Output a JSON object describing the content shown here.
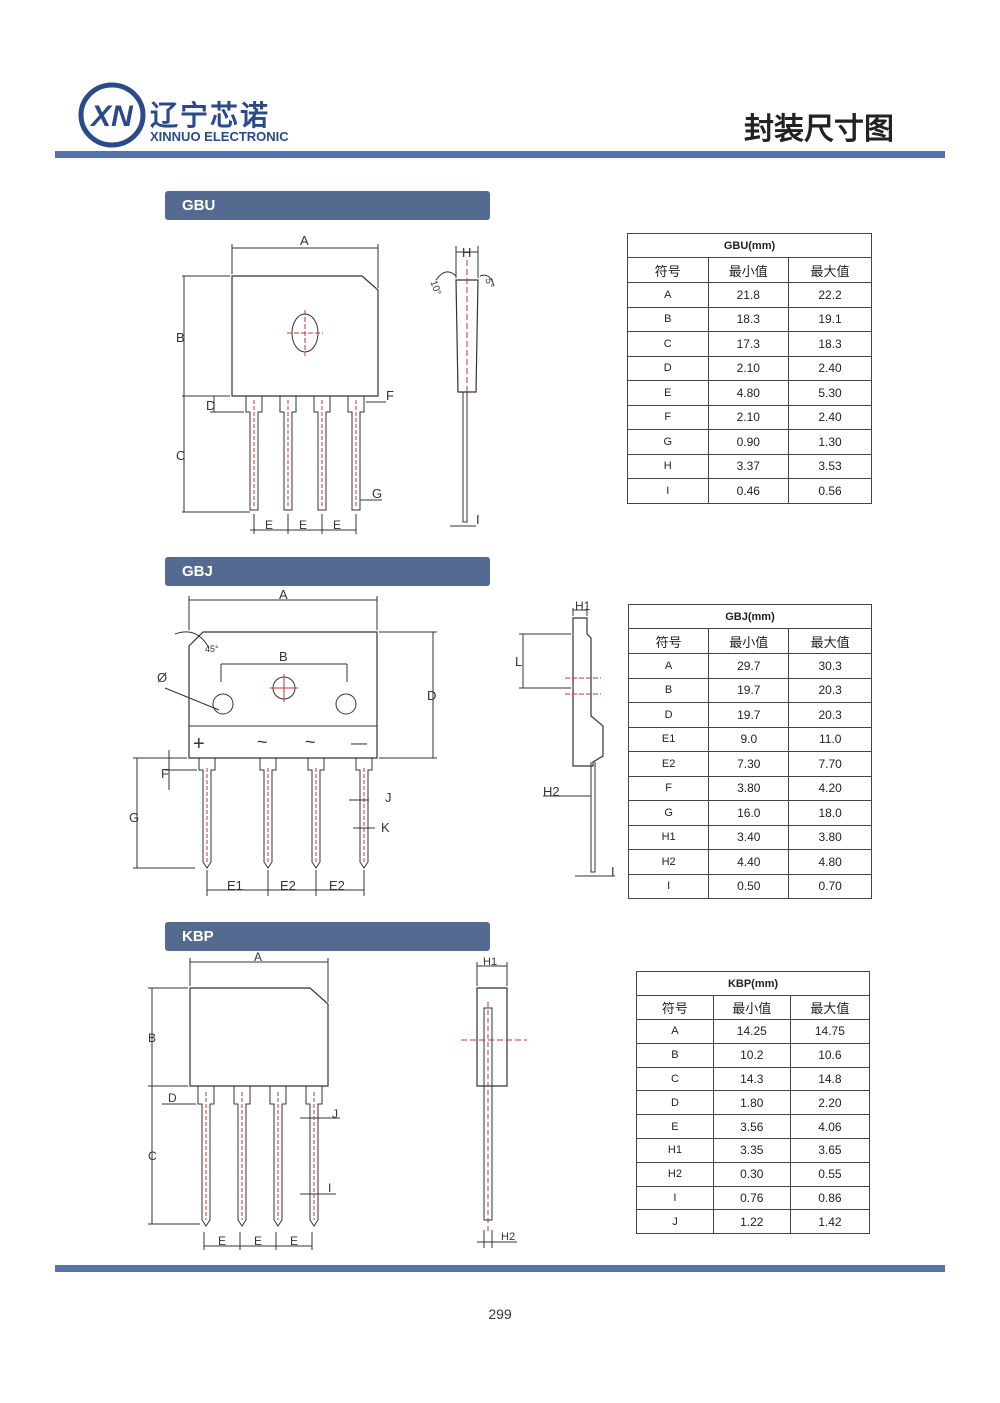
{
  "header": {
    "company_cn": "辽宁芯诺",
    "company_en": "XINNUO ELECTRONIC",
    "logo_letters": "XN",
    "page_title": "封装尺寸图"
  },
  "colors": {
    "accent": "#5772a8",
    "section_bar": "#556a90"
  },
  "sections": [
    {
      "label": "GBU",
      "table_title": "GBU(mm)",
      "col_headers": [
        "符号",
        "最小值",
        "最大值"
      ],
      "rows": [
        [
          "A",
          "21.8",
          "22.2"
        ],
        [
          "B",
          "18.3",
          "19.1"
        ],
        [
          "C",
          "17.3",
          "18.3"
        ],
        [
          "D",
          "2.10",
          "2.40"
        ],
        [
          "E",
          "4.80",
          "5.30"
        ],
        [
          "F",
          "2.10",
          "2.40"
        ],
        [
          "G",
          "0.90",
          "1.30"
        ],
        [
          "H",
          "3.37",
          "3.53"
        ],
        [
          "I",
          "0.46",
          "0.56"
        ]
      ],
      "drawing_labels": {
        "A": "A",
        "B": "B",
        "C": "C",
        "D": "D",
        "E": "E",
        "F": "F",
        "G": "G",
        "H": "H",
        "I": "I",
        "angle1": "10°",
        "angle2": "5°"
      }
    },
    {
      "label": "GBJ",
      "table_title": "GBJ(mm)",
      "col_headers": [
        "符号",
        "最小值",
        "最大值"
      ],
      "rows": [
        [
          "A",
          "29.7",
          "30.3"
        ],
        [
          "B",
          "19.7",
          "20.3"
        ],
        [
          "D",
          "19.7",
          "20.3"
        ],
        [
          "E1",
          "9.0",
          "11.0"
        ],
        [
          "E2",
          "7.30",
          "7.70"
        ],
        [
          "F",
          "3.80",
          "4.20"
        ],
        [
          "G",
          "16.0",
          "18.0"
        ],
        [
          "H1",
          "3.40",
          "3.80"
        ],
        [
          "H2",
          "4.40",
          "4.80"
        ],
        [
          "I",
          "0.50",
          "0.70"
        ]
      ],
      "drawing_labels": {
        "A": "A",
        "B": "B",
        "D": "D",
        "F": "F",
        "G": "G",
        "J": "J",
        "K": "K",
        "L": "L",
        "H1": "H1",
        "H2": "H2",
        "I": "I",
        "E1": "E1",
        "E2": "E2",
        "phi": "Ø",
        "angle": "45°",
        "plus": "+",
        "ac": "~",
        "minus": "—"
      }
    },
    {
      "label": "KBP",
      "table_title": "KBP(mm)",
      "col_headers": [
        "符号",
        "最小值",
        "最大值"
      ],
      "rows": [
        [
          "A",
          "14.25",
          "14.75"
        ],
        [
          "B",
          "10.2",
          "10.6"
        ],
        [
          "C",
          "14.3",
          "14.8"
        ],
        [
          "D",
          "1.80",
          "2.20"
        ],
        [
          "E",
          "3.56",
          "4.06"
        ],
        [
          "H1",
          "3.35",
          "3.65"
        ],
        [
          "H2",
          "0.30",
          "0.55"
        ],
        [
          "I",
          "0.76",
          "0.86"
        ],
        [
          "J",
          "1.22",
          "1.42"
        ]
      ],
      "drawing_labels": {
        "A": "A",
        "B": "B",
        "C": "C",
        "D": "D",
        "E": "E",
        "I": "I",
        "J": "J",
        "H1": "H1",
        "H2": "H2"
      }
    }
  ],
  "footer": {
    "page_number": "299"
  }
}
